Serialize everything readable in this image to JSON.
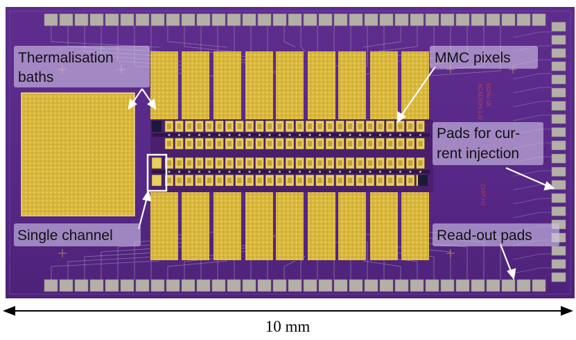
{
  "figure": {
    "labels": {
      "thermalisation_line1": "Thermalisation",
      "thermalisation_line2": "baths",
      "mmc_pixels": "MMC pixels",
      "pads_line1": "Pads for cur-",
      "pads_line2": "rent injection",
      "single_channel": "Single channel",
      "readout_pads": "Read-out pads"
    },
    "chip_text": {
      "left_column": "ACADIOH-1 /0",
      "left_column_2": "ECHo-1K",
      "right_column": "CHIP H1"
    },
    "scale_bar": {
      "label": "10 mm"
    },
    "colors": {
      "substrate": "#5a2a86",
      "substrate_dark": "#3f1b63",
      "gold": "#d7b43a",
      "gold_light": "#e8cf62",
      "pad_gray": "#b4b0a8",
      "trace": "#9f8fb8",
      "annotation": "#ffffff"
    }
  }
}
